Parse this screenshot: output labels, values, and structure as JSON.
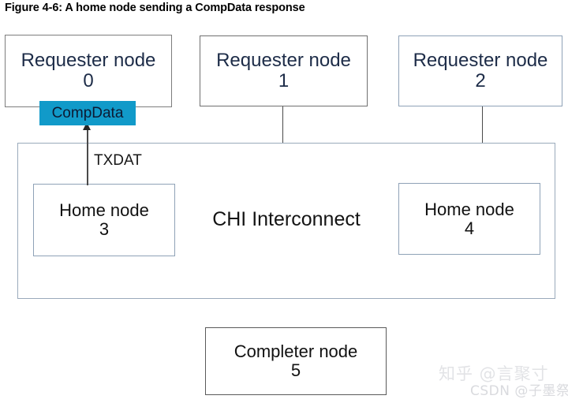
{
  "figure": {
    "caption": "Figure 4-6: A home node sending a CompData response"
  },
  "nodes": {
    "requester0": {
      "title": "Requester node",
      "id": "0"
    },
    "requester1": {
      "title": "Requester node",
      "id": "1"
    },
    "requester2": {
      "title": "Requester node",
      "id": "2"
    },
    "home3": {
      "title": "Home node",
      "id": "3"
    },
    "home4": {
      "title": "Home node",
      "id": "4"
    },
    "completer5": {
      "title": "Completer node",
      "id": "5"
    }
  },
  "interconnect": {
    "label": "CHI Interconnect"
  },
  "flow": {
    "channel_label": "TXDAT",
    "message_label": "CompData",
    "message_color": "#119ac9",
    "arrow_direction": "up",
    "arrow_from": "Home node 3",
    "arrow_to": "Requester node 0"
  },
  "watermarks": {
    "zhihu": "知乎 @言聚寸",
    "csdn": "CSDN @子墨祭"
  }
}
